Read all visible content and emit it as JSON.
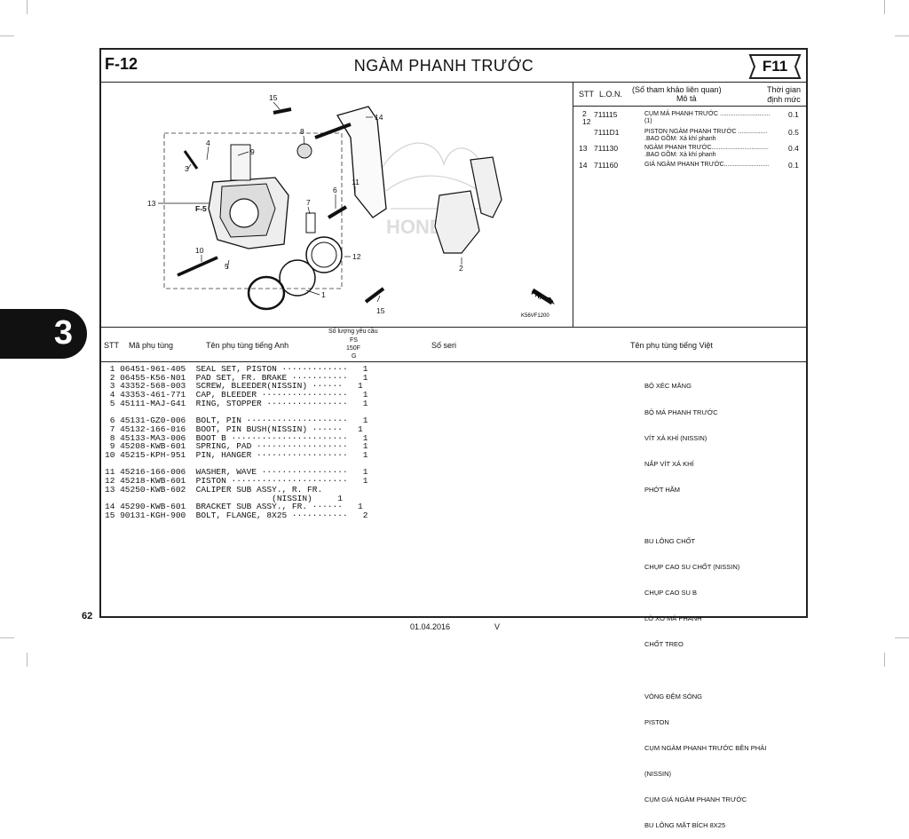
{
  "header": {
    "code": "F-12",
    "title": "NGÀM PHANH TRƯỚC",
    "badge": "F11"
  },
  "side_tab": "3",
  "page_number": "62",
  "footer": {
    "date": "01.04.2016",
    "version": "V"
  },
  "diagram": {
    "callouts": [
      "15",
      "14",
      "8",
      "4",
      "9",
      "3",
      "13",
      "F-5",
      "7",
      "6",
      "11",
      "10",
      "5",
      "12",
      "1",
      "15",
      "2"
    ],
    "direction_label": "FR.",
    "diagram_code": "K56VF1200"
  },
  "reference": {
    "headers": {
      "stt": "STT",
      "lon": "L.O.N.",
      "desc_top": "(Số tham khảo liên quan)",
      "desc": "Mô tả",
      "time": "Thời gian định mức"
    },
    "rows": [
      {
        "stt": "2\n12",
        "lon": "711115",
        "desc": "CỤM MÁ PHANH TRƯỚC .............................\n(1)",
        "time": "0.1"
      },
      {
        "stt": "",
        "lon": "7111D1",
        "desc": "PISTON NGÀM PHANH TRƯỚC .................\n.BAO GỒM: Xả khí phanh",
        "time": "0.5"
      },
      {
        "stt": "13",
        "lon": "711130",
        "desc": "NGÀM PHANH TRƯỚC.................................\n.BAO GỒM: Xả khí phanh",
        "time": "0.4"
      },
      {
        "stt": "14",
        "lon": "711160",
        "desc": "GIÁ NGÀM PHANH TRƯỚC..........................",
        "time": "0.1"
      }
    ]
  },
  "parts_table": {
    "headers": {
      "stt": "STT",
      "part_no": "Mã phụ tùng",
      "name_en": "Tên phụ tùng tiếng Anh",
      "qty_top": "Số lượng yêu cầu",
      "qty_fs": "FS",
      "qty_model": "150F",
      "qty_g": "G",
      "serial": "Số seri",
      "name_vi": "Tên phụ tùng tiếng Việt"
    },
    "left_lines": [
      " 1 06451-961-405  SEAL SET, PISTON ·············   1",
      " 2 06455-K56-N01  PAD SET, FR. BRAKE ···········   1",
      " 3 43352-568-003  SCREW, BLEEDER(NISSIN) ······   1",
      " 4 43353-461-771  CAP, BLEEDER ·················   1",
      " 5 45111-MAJ-G41  RING, STOPPER ················   1",
      "",
      " 6 45131-GZ0-006  BOLT, PIN ····················   1",
      " 7 45132-166-016  BOOT, PIN BUSH(NISSIN) ······   1",
      " 8 45133-MA3-006  BOOT B ·······················   1",
      " 9 45208-KWB-601  SPRING, PAD ··················   1",
      "10 45215-KPH-951  PIN, HANGER ··················   1",
      "",
      "11 45216-166-006  WASHER, WAVE ·················   1",
      "12 45218-KWB-601  PISTON ·······················   1",
      "13 45250-KWB-602  CALIPER SUB ASSY., R. FR.",
      "                                 (NISSIN)     1",
      "14 45290-KWB-601  BRACKET SUB ASSY., FR. ······   1",
      "15 90131-KGH-900  BOLT, FLANGE, 8X25 ···········   2"
    ],
    "vi_lines": [
      "BỘ XÉC MĂNG",
      "BỘ MÁ PHANH TRƯỚC",
      "VÍT XẢ KHÍ (NISSIN)",
      "NẮP VÍT XẢ KHÍ",
      "PHỚT HÃM",
      "",
      "BU LÔNG CHỐT",
      "CHỤP CAO SU CHỐT (NISSIN)",
      "CHỤP CAO SU B",
      "LÒ XO MÁ PHANH",
      "CHỐT TREO",
      "",
      "VÒNG ĐỆM SÓNG",
      "PISTON",
      "CỤM NGÀM PHANH TRƯỚC BÊN PHẢI",
      "(NISSIN)",
      "CỤM GIÁ NGÀM PHANH TRƯỚC",
      "BU LÔNG MẶT BÍCH 8X25"
    ]
  }
}
